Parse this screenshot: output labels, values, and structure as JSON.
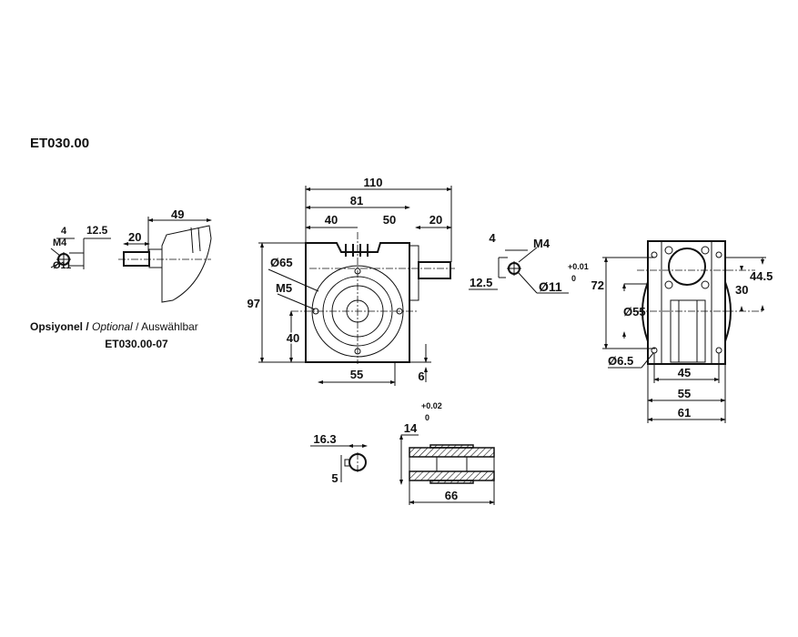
{
  "title": "ET030.00",
  "optional_view": {
    "caption_tr": "Opsiyonel /",
    "caption_en": "Optional",
    "caption_de": "/ Auswählbar",
    "code": "ET030.00-07",
    "dims": {
      "thread": "M4",
      "key": "4",
      "height": "12.5",
      "diameter": "Ø11",
      "shaft_len": "20",
      "total_len": "49"
    }
  },
  "front_view": {
    "dims": {
      "overall": "110",
      "width": "81",
      "left": "40",
      "right": "50",
      "shaft": "20",
      "flange_dia": "Ø65",
      "thread": "M5",
      "height": "97",
      "axis_height": "40",
      "base": "55",
      "foot": "6"
    }
  },
  "input_shaft_detail": {
    "dims": {
      "key": "4",
      "thread": "M4",
      "height": "12.5",
      "diameter": "Ø11",
      "tol_upper": "+0.01",
      "tol_lower": "0"
    }
  },
  "side_view": {
    "dims": {
      "height": "72",
      "flange_dia": "Ø55",
      "axis": "44.5",
      "offset": "30",
      "hole_dia": "Ø6.5",
      "inner": "45",
      "mid": "55",
      "overall": "61"
    }
  },
  "hollow_shaft": {
    "dims": {
      "key_depth": "16.3",
      "key_width": "5",
      "bore": "14",
      "tol_upper": "+0.02",
      "tol_lower": "0",
      "length": "66"
    }
  }
}
